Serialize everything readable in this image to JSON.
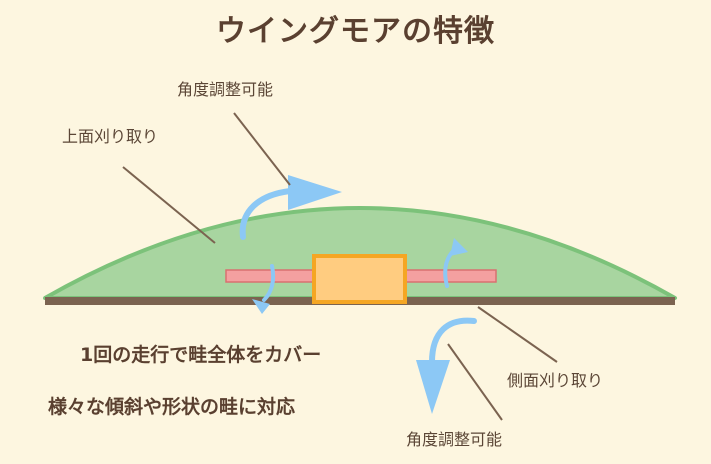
{
  "title": "ウイングモアの特徴",
  "labels": {
    "top_angle": "角度調整可能",
    "top_cut": "上面刈り取り",
    "side_cut": "側面刈り取り",
    "bottom_angle": "角度調整可能"
  },
  "features": [
    "1回の走行で畦全体をカバー",
    "様々な傾斜や形状の畦に対応"
  ],
  "colors": {
    "background": "#fdf6e0",
    "ridge_fill": "#a8d5a0",
    "ridge_stroke": "#7cc27a",
    "ground": "#7b6350",
    "mower_body": "#ffcc80",
    "mower_border": "#f5a623",
    "arm": "#f4a0a0",
    "arrow": "#8cc8f5",
    "leader_line": "#7b6350"
  }
}
